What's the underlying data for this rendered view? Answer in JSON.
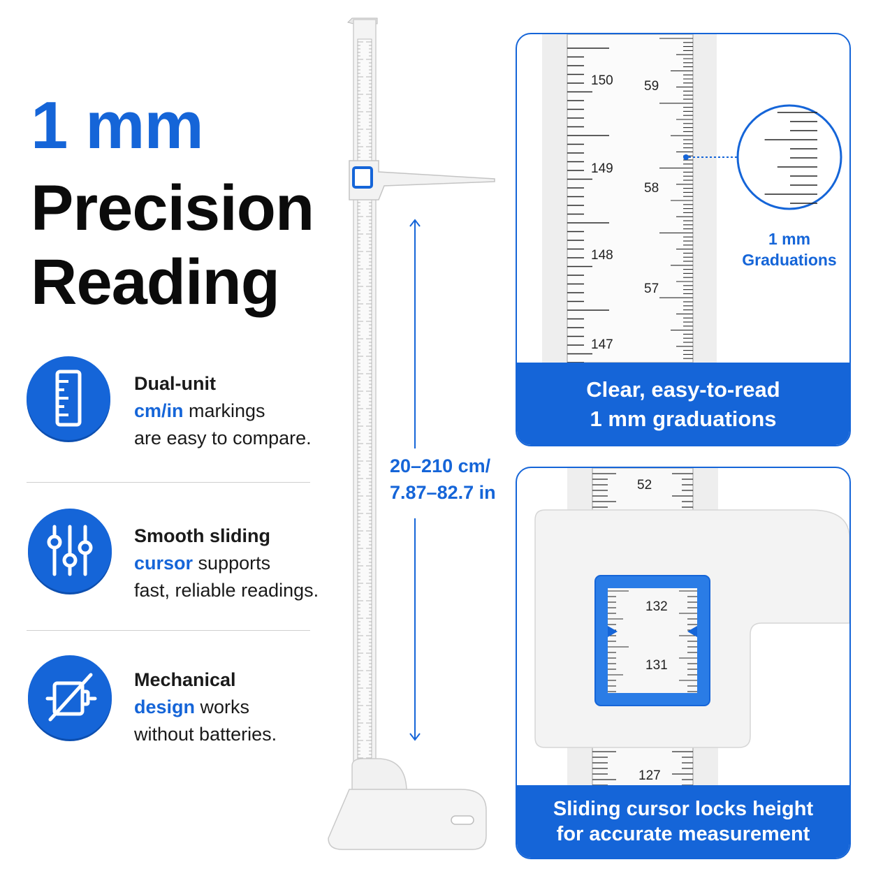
{
  "headline": {
    "line1": "1 mm",
    "line2": "Precision",
    "line3": "Reading"
  },
  "features": [
    {
      "title": "Dual-unit",
      "highlight": "cm/in",
      "rest": " markings",
      "line3": "are easy to compare.",
      "icon": "ruler-icon"
    },
    {
      "title": "Smooth sliding",
      "highlight": "cursor",
      "rest": " supports",
      "line3": "fast, reliable readings.",
      "icon": "sliders-icon"
    },
    {
      "title": "Mechanical",
      "highlight": "design",
      "rest": " works",
      "line3": "without batteries.",
      "icon": "no-battery-icon"
    }
  ],
  "range": {
    "line1": "20–210 cm/",
    "line2": "7.87–82.7 in"
  },
  "panel_top": {
    "cm_labels": [
      "150",
      "149",
      "148",
      "147"
    ],
    "in_labels": [
      "59",
      "58",
      "57"
    ],
    "zoom_label_1": "1 mm",
    "zoom_label_2": "Graduations",
    "caption_1": "Clear, easy-to-read",
    "caption_2": "1 mm graduations"
  },
  "panel_bottom": {
    "top_label": "52",
    "window_labels": [
      "132",
      "131"
    ],
    "bottom_label": "127",
    "caption_1": "Sliding cursor locks height",
    "caption_2": "for accurate measurement"
  },
  "colors": {
    "accent": "#1565d8",
    "text": "#0b0b0b"
  }
}
